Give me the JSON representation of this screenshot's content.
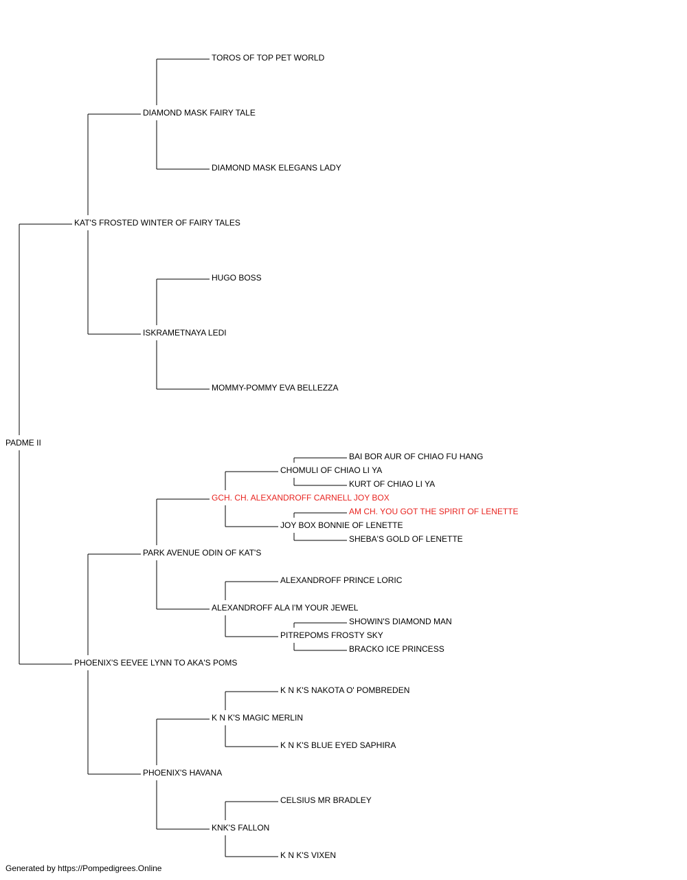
{
  "colors": {
    "text": "#000000",
    "highlight": "#e8231f",
    "line": "#000000"
  },
  "pedigree": {
    "name": "PADME II",
    "children": [
      {
        "name": "KAT'S FROSTED WINTER OF FAIRY TALES",
        "children": [
          {
            "name": "DIAMOND MASK FAIRY TALE",
            "children": [
              {
                "name": "TOROS OF TOP PET WORLD"
              },
              {
                "name": "DIAMOND MASK ELEGANS LADY"
              }
            ]
          },
          {
            "name": "ISKRAMETNAYA LEDI",
            "children": [
              {
                "name": "HUGO BOSS"
              },
              {
                "name": "MOMMY-POMMY EVA BELLEZZA"
              }
            ]
          }
        ]
      },
      {
        "name": "PHOENIX'S EEVEE LYNN TO AKA'S POMS",
        "children": [
          {
            "name": "PARK AVENUE ODIN OF KAT'S",
            "children": [
              {
                "name": "GCH. CH. ALEXANDROFF CARNELL JOY BOX",
                "highlight": true,
                "children": [
                  {
                    "name": "CHOMULI OF CHIAO LI YA",
                    "children": [
                      {
                        "name": "BAI BOR AUR OF CHIAO FU HANG"
                      },
                      {
                        "name": "KURT OF CHIAO LI YA"
                      }
                    ]
                  },
                  {
                    "name": "JOY BOX BONNIE OF LENETTE",
                    "children": [
                      {
                        "name": "AM CH. YOU GOT THE SPIRIT OF LENETTE",
                        "highlight": true
                      },
                      {
                        "name": "SHEBA'S GOLD OF LENETTE"
                      }
                    ]
                  }
                ]
              },
              {
                "name": "ALEXANDROFF ALA I'M YOUR JEWEL",
                "children": [
                  {
                    "name": "ALEXANDROFF PRINCE LORIC"
                  },
                  {
                    "name": "PITREPOMS FROSTY SKY",
                    "children": [
                      {
                        "name": "SHOWIN'S DIAMOND MAN"
                      },
                      {
                        "name": "BRACKO ICE PRINCESS"
                      }
                    ]
                  }
                ]
              }
            ]
          },
          {
            "name": "PHOENIX'S HAVANA",
            "children": [
              {
                "name": "K N K'S MAGIC MERLIN",
                "children": [
                  {
                    "name": "K N K'S NAKOTA O' POMBREDEN"
                  },
                  {
                    "name": "K N K'S BLUE EYED SAPHIRA"
                  }
                ]
              },
              {
                "name": "KNK'S FALLON",
                "children": [
                  {
                    "name": "CELSIUS MR BRADLEY"
                  },
                  {
                    "name": "K N K'S VIXEN"
                  }
                ]
              }
            ]
          }
        ]
      }
    ]
  },
  "footer": "Generated by https://Pompedigrees.Online"
}
